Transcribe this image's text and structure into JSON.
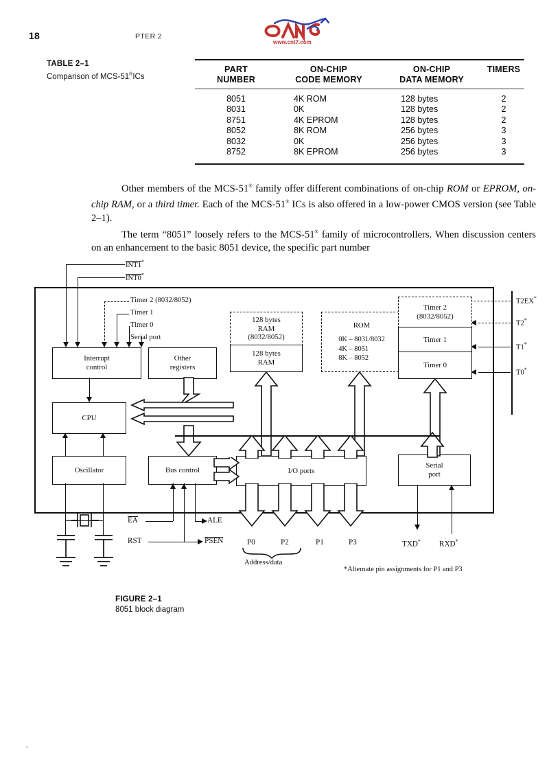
{
  "page": {
    "folio": "18",
    "running_head": "PTER 2",
    "logo_alt": "www.cnt7.com"
  },
  "table": {
    "caption_label": "TABLE 2–1",
    "caption_text_pre": "Comparison of MCS-51",
    "caption_sup": "®",
    "caption_text_post": "ICs",
    "headers": [
      {
        "line1": "PART",
        "line2": "NUMBER"
      },
      {
        "line1": "ON-CHIP",
        "line2": "CODE MEMORY"
      },
      {
        "line1": "ON-CHIP",
        "line2": "DATA MEMORY"
      },
      {
        "line1": "",
        "line2": "TIMERS"
      }
    ],
    "rows": [
      {
        "part_number": "8051",
        "code_memory": "4K ROM",
        "data_memory": "128 bytes",
        "timers": "2"
      },
      {
        "part_number": "8031",
        "code_memory": "0K",
        "data_memory": "128 bytes",
        "timers": "2"
      },
      {
        "part_number": "8751",
        "code_memory": "4K EPROM",
        "data_memory": "128 bytes",
        "timers": "2"
      },
      {
        "part_number": "8052",
        "code_memory": "8K ROM",
        "data_memory": "256 bytes",
        "timers": "3"
      },
      {
        "part_number": "8032",
        "code_memory": "0K",
        "data_memory": "256 bytes",
        "timers": "3"
      },
      {
        "part_number": "8752",
        "code_memory": "8K EPROM",
        "data_memory": "256 bytes",
        "timers": "3"
      }
    ]
  },
  "body": {
    "para1_a": "Other members of the MCS-51",
    "para1_sup1": "®",
    "para1_b": " family offer different combinations of on-chip ",
    "para1_i1": "ROM",
    "para1_c": " or ",
    "para1_i2": "EPROM, on-chip RAM,",
    "para1_d": " or a ",
    "para1_i3": "third timer.",
    "para1_e": " Each of the MCS-51",
    "para1_sup2": "®",
    "para1_f": " ICs is also offered in a low-power CMOS version (see Table 2–1).",
    "para2_a": "The term “8051” loosely refers to the MCS-51",
    "para2_sup": "®",
    "para2_b": " family of microcontrollers. When discussion centers on an enhancement to the basic 8051 device, the specific part number"
  },
  "figure": {
    "caption_label": "FIGURE 2–1",
    "caption_text": "8051 block diagram",
    "footnote": "*Alternate pin assignments for P1 and P3",
    "blocks": {
      "interrupt_control": {
        "line1": "Interrupt",
        "line2": "control"
      },
      "cpu": {
        "line1": "CPU"
      },
      "oscillator": {
        "line1": "Oscillator"
      },
      "other_registers": {
        "line1": "Other",
        "line2": "registers"
      },
      "bus_control": {
        "line1": "Bus control"
      },
      "ram_upper": {
        "line1": "128 bytes",
        "line2": "RAM",
        "line3": "(8032/8052)"
      },
      "ram_lower": {
        "line1": "128 bytes",
        "line2": "RAM"
      },
      "rom": {
        "title": "ROM",
        "line1": "0K – 8031/8032",
        "line2": "4K – 8051",
        "line3": "8K – 8052"
      },
      "timer2": {
        "line1": "Timer 2",
        "line2": "(8032/8052)"
      },
      "timer1": {
        "line1": "Timer 1"
      },
      "timer0": {
        "line1": "Timer 0"
      },
      "io_ports": {
        "line1": "I/O ports"
      },
      "serial_port": {
        "line1": "Serial",
        "line2": "port"
      }
    },
    "interrupt_inputs": [
      {
        "label": "INT1",
        "overline": true,
        "star": "*"
      },
      {
        "label": "INT0",
        "overline": true,
        "star": "*"
      },
      {
        "label": "Timer 2 (8032/8052)",
        "overline": false,
        "star": ""
      },
      {
        "label": "Timer 1",
        "overline": false,
        "star": ""
      },
      {
        "label": "Timer 0",
        "overline": false,
        "star": ""
      },
      {
        "label": "Serial port",
        "overline": false,
        "star": ""
      }
    ],
    "timer_inputs": [
      {
        "label": "T2EX",
        "star": "*"
      },
      {
        "label": "T2",
        "star": "*"
      },
      {
        "label": "T1",
        "star": "*"
      },
      {
        "label": "T0",
        "star": "*"
      }
    ],
    "control_pins": [
      {
        "label": "EA",
        "overline": true
      },
      {
        "label": "RST",
        "overline": false
      },
      {
        "label": "ALE",
        "overline": false
      },
      {
        "label": "PSEN",
        "overline": true
      }
    ],
    "port_pins": [
      {
        "label": "P0"
      },
      {
        "label": "P2"
      },
      {
        "label": "P1"
      },
      {
        "label": "P3"
      }
    ],
    "address_data_label": "Address/data",
    "serial_pins": [
      {
        "label": "TXD",
        "star": "*"
      },
      {
        "label": "RXD",
        "star": "*"
      }
    ]
  }
}
